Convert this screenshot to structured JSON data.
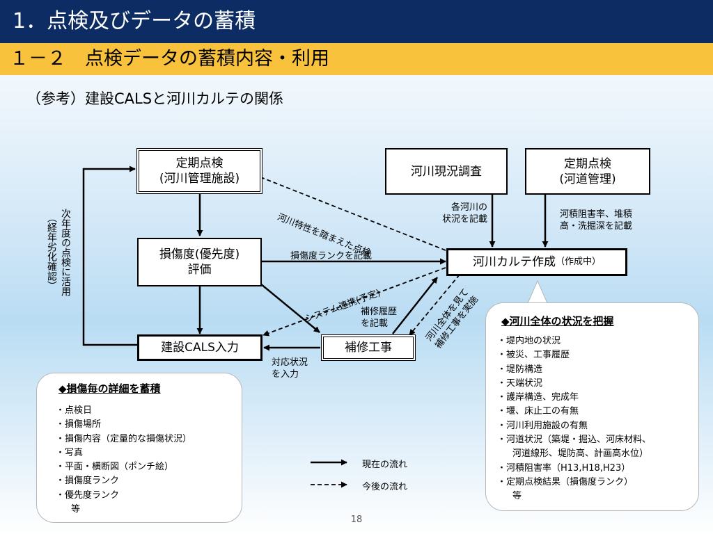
{
  "header": {
    "title": "1．点検及びデータの蓄積",
    "subtitle": "１－２　点検データの蓄積内容・利用"
  },
  "reference_title": "（参考）建設CALSと河川カルテの関係",
  "nodes": {
    "teiki_shisetsu": {
      "line1": "定期点検",
      "line2": "(河川管理施設)"
    },
    "kasen_genkyo": {
      "line1": "河川現況調査"
    },
    "teiki_kado": {
      "line1": "定期点検",
      "line2": "(河道管理)"
    },
    "songaido": {
      "line1": "損傷度(優先度)",
      "line2": "評価"
    },
    "karte": {
      "main": "河川カルテ作成",
      "note": "（作成中）"
    },
    "cals": {
      "line1": "建設CALS入力"
    },
    "hoshu": {
      "line1": "補修工事"
    }
  },
  "edge_labels": {
    "tokusei": "河川特性を踏まえた点検",
    "kaku_kasen": [
      "各河川の",
      "状況を記載"
    ],
    "kaseki": [
      "河積阻害率、堆積",
      "高・洗掘深を記載"
    ],
    "rank": "損傷度ランクを記載",
    "system": "システム連携(予定)",
    "rireki": [
      "補修履歴",
      "を記載"
    ],
    "zentai": [
      "河川全体を見て",
      "補修工事を実施"
    ],
    "taio": [
      "対応状況",
      "を入力"
    ],
    "jinen": "次年度の点検に活用",
    "keinen": "（経年劣化確認）"
  },
  "left_panel": {
    "title": "◆損傷毎の詳細を蓄積",
    "items": [
      "・点検日",
      "・損傷場所",
      "・損傷内容（定量的な損傷状況）",
      "・写真",
      "・平面・横断図（ポンチ絵）",
      "・損傷度ランク",
      "・優先度ランク"
    ],
    "etc": "等"
  },
  "right_panel": {
    "title": "◆河川全体の状況を把握",
    "items": [
      "・堤内地の状況",
      "・被災、工事履歴",
      "・堤防構造",
      "・天端状況",
      "・護岸構造、完成年",
      "・堰、床止工の有無",
      "・河川利用施設の有無",
      "・河道状況（築堤・掘込、河床材料、"
    ],
    "item_cont": "河道線形、堤防高、計画高水位）",
    "items2": [
      "・河積阻害率（H13,H18,H23）",
      "・定期点検結果（損傷度ランク）"
    ],
    "etc": "等"
  },
  "legend": {
    "current": "現在の流れ",
    "future": "今後の流れ"
  },
  "page_number": "18",
  "colors": {
    "title_bar": "#0c2c63",
    "subtitle_bar": "#f9c23c"
  }
}
